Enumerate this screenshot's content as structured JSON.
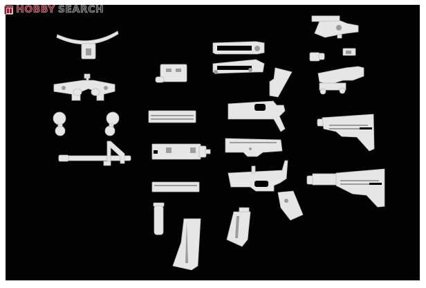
{
  "watermark": {
    "brand_part1": "HOBBY",
    "brand_part2": "SEARCH",
    "icon": "hobby-search-logo-icon",
    "colors": {
      "red": "#8a1f2c",
      "gray": "#3a3a3a",
      "outline": "#cfcfcf"
    }
  },
  "photo": {
    "background": "#020202",
    "subject": "Assault rifle model kit parts laid out on black background",
    "parts": [
      {
        "name": "sling-mount-curved",
        "label": ""
      },
      {
        "name": "night-vision-mount",
        "label": ""
      },
      {
        "name": "lens-caps-left",
        "label": ""
      },
      {
        "name": "lens-caps-right",
        "label": ""
      },
      {
        "name": "barrel-with-front-sight",
        "label": ""
      },
      {
        "name": "peq-laser-module",
        "label": ""
      },
      {
        "name": "rail-section-1",
        "label": ""
      },
      {
        "name": "handguard-rail",
        "label": ""
      },
      {
        "name": "rail-section-2",
        "label": ""
      },
      {
        "name": "vertical-foregrip",
        "label": ""
      },
      {
        "name": "magazine-left",
        "label": ""
      },
      {
        "name": "carry-handle-1",
        "label": ""
      },
      {
        "name": "carry-handle-2",
        "label": ""
      },
      {
        "name": "pistol-grip-top",
        "label": ""
      },
      {
        "name": "lower-receiver-half",
        "label": ""
      },
      {
        "name": "upper-receiver",
        "label": ""
      },
      {
        "name": "lower-receiver",
        "label": ""
      },
      {
        "name": "pistol-grip-bottom",
        "label": ""
      },
      {
        "name": "magazine-short",
        "label": ""
      },
      {
        "name": "acog-scope",
        "label": ""
      },
      {
        "name": "scope-small-part-1",
        "label": ""
      },
      {
        "name": "scope-small-part-2",
        "label": ""
      },
      {
        "name": "acog-scope-mounted",
        "label": ""
      },
      {
        "name": "collapsible-stock-short",
        "label": ""
      },
      {
        "name": "collapsible-stock-extended",
        "label": ""
      }
    ]
  }
}
